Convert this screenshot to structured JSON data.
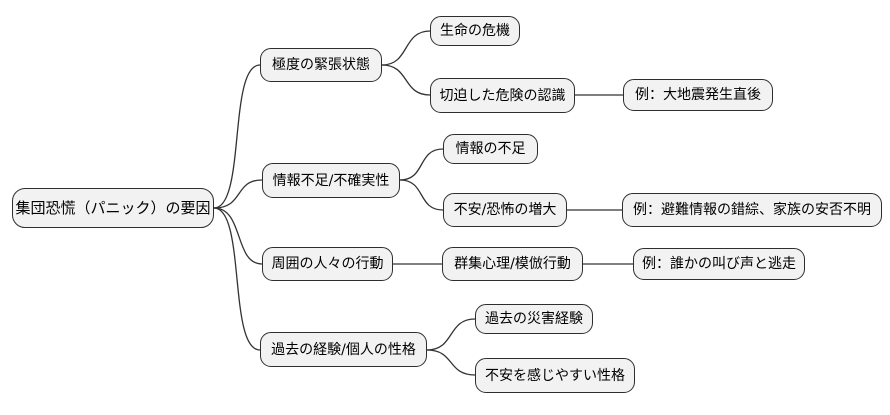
{
  "diagram": {
    "type": "mindmap",
    "orientation": "left-to-right",
    "root": {
      "label": "集団恐慌（パニック）の要因"
    },
    "branches": [
      {
        "label": "極度の緊張状態",
        "children": [
          {
            "label": "生命の危機"
          },
          {
            "label": "切迫した危険の認識",
            "example": "例：大地震発生直後"
          }
        ]
      },
      {
        "label": "情報不足/不確実性",
        "children": [
          {
            "label": "情報の不足"
          },
          {
            "label": "不安/恐怖の増大",
            "example": "例：避難情報の錯綜、家族の安否不明"
          }
        ]
      },
      {
        "label": "周囲の人々の行動",
        "children": [
          {
            "label": "群集心理/模倣行動",
            "example": "例：誰かの叫び声と逃走"
          }
        ]
      },
      {
        "label": "過去の経験/個人の性格",
        "children": [
          {
            "label": "過去の災害経験"
          },
          {
            "label": "不安を感じやすい性格"
          }
        ]
      }
    ]
  },
  "colors": {
    "background": "#ffffff",
    "node_fill": "#f2f2f2",
    "node_border": "#2e2e2e",
    "edge": "#333333",
    "text": "#000000"
  }
}
